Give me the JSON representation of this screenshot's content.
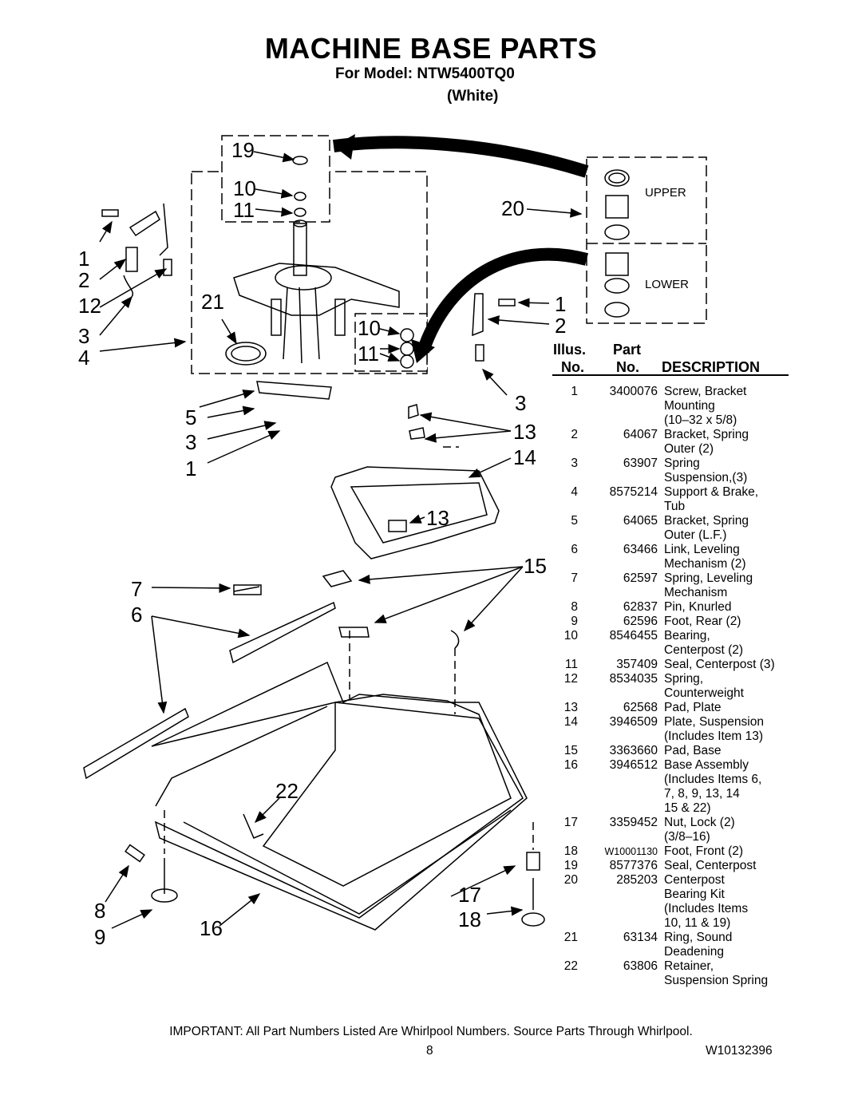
{
  "header": {
    "title": "MACHINE BASE PARTS",
    "model_line": "For Model: NTW5400TQ0",
    "color_line": "(White)"
  },
  "diagram": {
    "callouts": [
      "19",
      "10",
      "11",
      "20",
      "1",
      "2",
      "12",
      "21",
      "3",
      "4",
      "10",
      "11",
      "1",
      "2",
      "5",
      "3",
      "1",
      "3",
      "13",
      "14",
      "13",
      "15",
      "7",
      "6",
      "22",
      "17",
      "8",
      "9",
      "16",
      "18"
    ],
    "upper_label": "UPPER",
    "lower_label": "LOWER"
  },
  "table": {
    "headers": {
      "illus_top": "Illus.",
      "illus_bottom": "No.",
      "part_top": "Part",
      "part_bottom": "No.",
      "description": "DESCRIPTION"
    },
    "rows": [
      {
        "illus": "1",
        "part": "3400076",
        "desc": [
          "Screw, Bracket",
          "Mounting",
          "(10–32 x 5/8)"
        ]
      },
      {
        "illus": "2",
        "part": "64067",
        "desc": [
          "Bracket, Spring",
          "Outer (2)"
        ]
      },
      {
        "illus": "3",
        "part": "63907",
        "desc": [
          "Spring",
          "Suspension,(3)"
        ]
      },
      {
        "illus": "4",
        "part": "8575214",
        "desc": [
          "Support & Brake,",
          "Tub"
        ]
      },
      {
        "illus": "5",
        "part": "64065",
        "desc": [
          "Bracket, Spring",
          "Outer (L.F.)"
        ]
      },
      {
        "illus": "6",
        "part": "63466",
        "desc": [
          "Link, Leveling",
          "Mechanism (2)"
        ]
      },
      {
        "illus": "7",
        "part": "62597",
        "desc": [
          "Spring, Leveling",
          "Mechanism"
        ]
      },
      {
        "illus": "8",
        "part": "62837",
        "desc": [
          "Pin, Knurled"
        ]
      },
      {
        "illus": "9",
        "part": "62596",
        "desc": [
          "Foot, Rear (2)"
        ]
      },
      {
        "illus": "10",
        "part": "8546455",
        "desc": [
          "Bearing,",
          "Centerpost (2)"
        ]
      },
      {
        "illus": "11",
        "part": "357409",
        "desc": [
          "Seal, Centerpost (3)"
        ]
      },
      {
        "illus": "12",
        "part": "8534035",
        "desc": [
          "Spring,",
          "Counterweight"
        ]
      },
      {
        "illus": "13",
        "part": "62568",
        "desc": [
          "Pad, Plate"
        ]
      },
      {
        "illus": "14",
        "part": "3946509",
        "desc": [
          "Plate, Suspension",
          "(Includes Item 13)"
        ]
      },
      {
        "illus": "15",
        "part": "3363660",
        "desc": [
          "Pad, Base"
        ]
      },
      {
        "illus": "16",
        "part": "3946512",
        "desc": [
          "Base Assembly",
          "(Includes Items 6,",
          "7, 8, 9, 13, 14",
          "15 & 22)"
        ]
      },
      {
        "illus": "17",
        "part": "3359452",
        "desc": [
          "Nut, Lock (2)",
          "(3/8–16)"
        ]
      },
      {
        "illus": "18",
        "part": "W10001130",
        "desc": [
          "Foot, Front (2)"
        ],
        "small": true
      },
      {
        "illus": "19",
        "part": "8577376",
        "desc": [
          "Seal, Centerpost"
        ]
      },
      {
        "illus": "20",
        "part": "285203",
        "desc": [
          "Centerpost",
          "Bearing Kit",
          "(Includes Items",
          "10, 11 & 19)"
        ]
      },
      {
        "illus": "21",
        "part": "63134",
        "desc": [
          "Ring, Sound",
          "Deadening"
        ]
      },
      {
        "illus": "22",
        "part": "63806",
        "desc": [
          "Retainer,",
          "Suspension Spring"
        ]
      }
    ]
  },
  "footer": {
    "note": "IMPORTANT: All Part Numbers Listed Are Whirlpool Numbers. Source Parts Through Whirlpool.",
    "page_number": "8",
    "document_number": "W10132396"
  }
}
